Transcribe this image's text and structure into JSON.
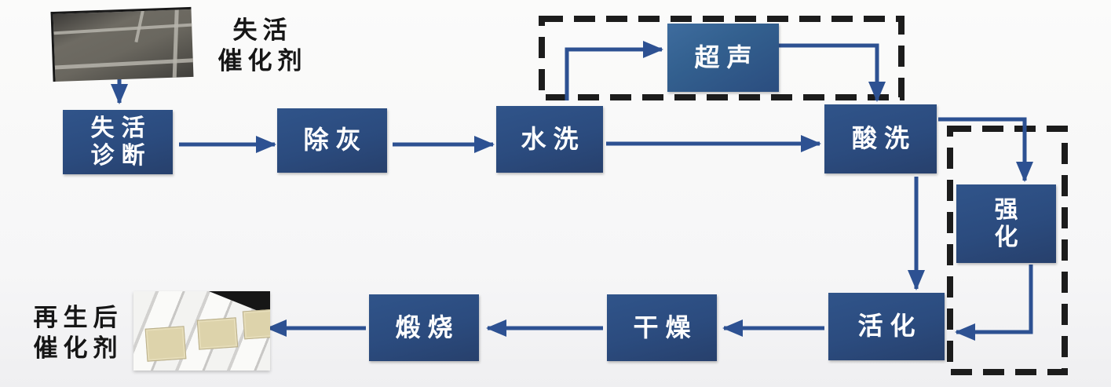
{
  "colors": {
    "canvas_bg": "#fbfbfa",
    "box_fill": "#2b4b7e",
    "box_fill_light": "#33608f",
    "box_text": "#ffffff",
    "arrow": "#2d5192",
    "dashed": "#1c1c1c",
    "label_text": "#161616"
  },
  "annotations": {
    "deactivated_catalyst": {
      "lines": [
        "失活",
        "催化剂"
      ]
    },
    "regenerated_catalyst": {
      "lines": [
        "再生后",
        "催化剂"
      ]
    }
  },
  "nodes": {
    "diagnosis": {
      "lines": [
        "失活",
        "诊断"
      ]
    },
    "ash_removal": {
      "label": "除灰"
    },
    "water_wash": {
      "label": "水洗"
    },
    "ultrasonic": {
      "label": "超声"
    },
    "acid_wash": {
      "label": "酸洗"
    },
    "strengthen": {
      "lines": [
        "强",
        "化"
      ]
    },
    "activation": {
      "label": "活化"
    },
    "drying": {
      "label": "干燥"
    },
    "calcination": {
      "label": "煅烧"
    }
  },
  "images": {
    "deactivated_catalyst_photo": "deactivated-catalyst-photo",
    "regenerated_catalyst_photo": "regenerated-catalyst-photo"
  },
  "flow_edges": [
    {
      "from": "deactivated_catalyst_photo",
      "to": "diagnosis"
    },
    {
      "from": "diagnosis",
      "to": "ash_removal"
    },
    {
      "from": "ash_removal",
      "to": "water_wash"
    },
    {
      "from": "water_wash",
      "to": "acid_wash"
    },
    {
      "from": "water_wash",
      "to": "ultrasonic",
      "style": "optional-loop"
    },
    {
      "from": "ultrasonic",
      "to": "acid_wash",
      "style": "optional-loop"
    },
    {
      "from": "acid_wash",
      "to": "strengthen",
      "style": "optional-loop"
    },
    {
      "from": "strengthen",
      "to": "activation",
      "style": "optional-loop"
    },
    {
      "from": "acid_wash",
      "to": "activation"
    },
    {
      "from": "activation",
      "to": "drying"
    },
    {
      "from": "drying",
      "to": "calcination"
    },
    {
      "from": "calcination",
      "to": "regenerated_catalyst_photo"
    }
  ]
}
